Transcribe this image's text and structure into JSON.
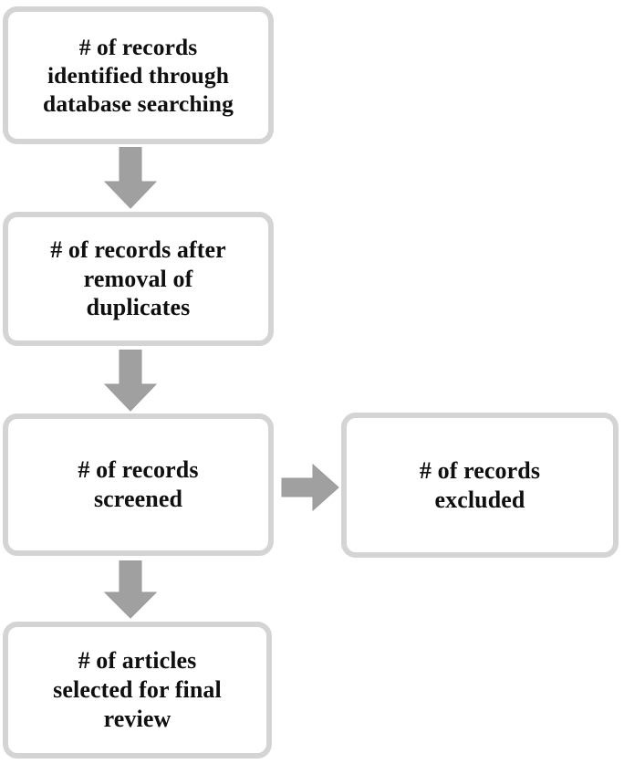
{
  "diagram": {
    "title": "PRISMA study selection flow diagram",
    "background_color": "#ffffff",
    "node_border_color": "#d4d4d4",
    "node_fill_color": "#ffffff",
    "arrow_color": "#a0a0a0",
    "text_color": "#100f0f",
    "nodes": [
      {
        "id": "identified",
        "label": "# of records\nidentified through\ndatabase searching",
        "lines": [
          "# of records",
          "identified through",
          "database searching"
        ]
      },
      {
        "id": "duplicates",
        "label": "# of records after\nremoval of\nduplicates",
        "lines": [
          "# of records after",
          "removal of",
          "duplicates"
        ]
      },
      {
        "id": "screened",
        "label": "# of records\nscreened",
        "lines": [
          "# of records",
          "screened"
        ]
      },
      {
        "id": "excluded",
        "label": "# of records\nexcluded",
        "lines": [
          "# of records",
          "excluded"
        ]
      },
      {
        "id": "final",
        "label": "# of articles\nselected for final\nreview",
        "lines": [
          "# of articles",
          "selected for final",
          "review"
        ]
      }
    ],
    "arrows": [
      {
        "id": "identified-to-duplicates",
        "direction": "down",
        "from": "identified",
        "to": "duplicates"
      },
      {
        "id": "duplicates-to-screened",
        "direction": "down",
        "from": "duplicates",
        "to": "screened"
      },
      {
        "id": "screened-to-excluded",
        "direction": "right",
        "from": "screened",
        "to": "excluded"
      },
      {
        "id": "screened-to-final",
        "direction": "down",
        "from": "screened",
        "to": "final"
      }
    ]
  }
}
